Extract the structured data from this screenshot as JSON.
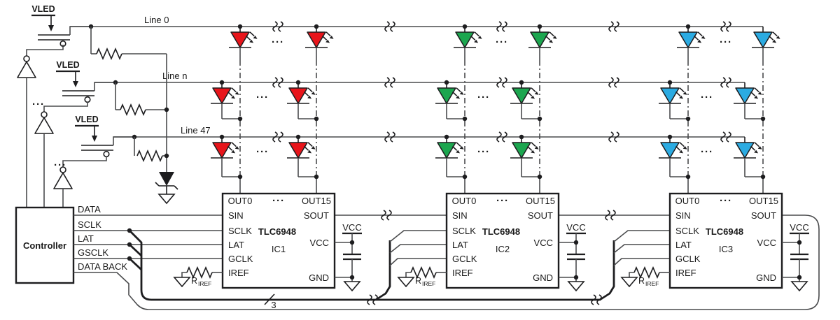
{
  "diagram": {
    "supply_label": "VLED",
    "vcc_label": "VCC",
    "bus_width_label": "3",
    "row_labels": [
      "Line 0",
      "Line n",
      "Line 47"
    ],
    "controller": {
      "label": "Controller",
      "pins": [
        "DATA",
        "SCLK",
        "LAT",
        "GSCLK",
        "DATA BACK"
      ]
    },
    "ic_pins": {
      "top_left": "OUT0",
      "top_right": "OUT15",
      "left": [
        "SIN",
        "SCLK",
        "LAT",
        "GCLK",
        "IREF"
      ],
      "right": [
        "SOUT",
        "VCC",
        "GND"
      ]
    },
    "ics": [
      {
        "part": "TLC6948",
        "name": "IC1"
      },
      {
        "part": "TLC6948",
        "name": "IC2"
      },
      {
        "part": "TLC6948",
        "name": "IC3"
      }
    ],
    "r_iref": {
      "base": "R",
      "sub": "IREF"
    },
    "glyphs": {
      "ellipsis": "···"
    },
    "colors": {
      "red": "#e8151b",
      "green": "#1ca64f",
      "blue": "#2babe2",
      "wire": "#4a4b4d",
      "ink": "#1d1d1f"
    }
  }
}
